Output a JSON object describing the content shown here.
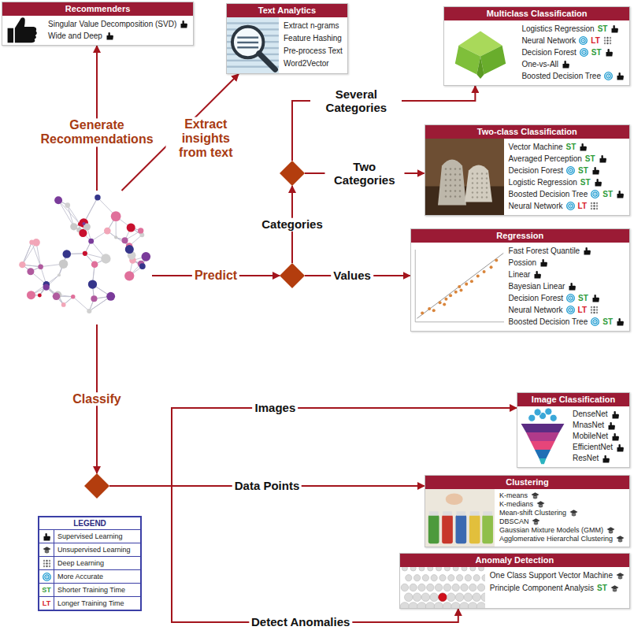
{
  "diagram": {
    "nodes": [
      {
        "text": [
          "Recommenders",
          "Singular Value Decomposition (SVD)",
          "Wide and Deep"
        ]
      },
      {
        "text": [
          "Text Analytics",
          "Extract n-grams",
          "Feature Hashing",
          "Pre-process Text",
          "Word2Vector"
        ]
      },
      {
        "text": [
          "Multiclass Classification",
          "Logistics Regression",
          "ST",
          "Neural Network",
          "LT",
          "Decision Forest",
          "ST",
          "One-vs-All",
          "Boosted Decision Tree"
        ]
      },
      {
        "text": [
          "Two-class Classification",
          "Vector Machine",
          "ST",
          "Averaged Perception",
          "ST",
          "Decision Forest",
          "ST",
          "Logistic Regression",
          "ST",
          "Boosted Decision Tree",
          "ST",
          "Neural Network",
          "LT"
        ]
      },
      {
        "text": []
      },
      {
        "text": []
      },
      {
        "text": [
          "Regression",
          "Fast Forest Quantile",
          "Possion",
          "Linear",
          "Bayesian Linear",
          "Decision Forest",
          "ST",
          "Neural Network",
          "LT",
          "Boosted Decision Tree",
          "ST"
        ]
      },
      {
        "text": []
      },
      {
        "text": [
          "Image Classification",
          "DenseNet",
          "MnasNet",
          "MobileNet",
          "EfficientNet",
          "ResNet"
        ]
      },
      {
        "text": []
      },
      {
        "text": [
          "Clustering",
          "K-means",
          "K-medians",
          "Mean-shift Clustering",
          "DBSCAN",
          "Gaussian Mixture Models (GMM)",
          "Agglomerative Hierarchal Clustering"
        ]
      },
      {
        "text": [
          "Anomaly Detection",
          "One Class Support Vector Machine",
          "Principle Component Analysis",
          "ST"
        ]
      }
    ],
    "edges": [
      {
        "from": 5,
        "to": 0,
        "arrow": "to",
        "label": "Generate Recommendations"
      },
      {
        "from": 5,
        "to": 1,
        "arrow": "to",
        "label": "Extract insights from text"
      },
      {
        "from": 5,
        "to": 7,
        "arrow": "to",
        "label": "Predict"
      },
      {
        "from": 7,
        "to": 6,
        "arrow": "to",
        "label": "Values"
      },
      {
        "from": 7,
        "to": 4,
        "arrow": "to",
        "label": "Categories"
      },
      {
        "from": 4,
        "to": 3,
        "arrow": "to",
        "label": "Two Categories"
      },
      {
        "from": 4,
        "to": 2,
        "arrow": "to",
        "label": "Several Categories"
      },
      {
        "from": 5,
        "to": 9,
        "arrow": "to",
        "label": "Classify"
      },
      {
        "from": 9,
        "to": 8,
        "arrow": "to",
        "label": "Images"
      },
      {
        "from": 9,
        "to": 10,
        "arrow": "to",
        "label": "Data Points"
      },
      {
        "from": 9,
        "to": 11,
        "arrow": "to",
        "label": "Detect Anomalies"
      }
    ],
    "labels": [
      "LEGEND",
      "ST",
      "LT"
    ],
    "legend": [
      {
        "text": "Supervised Learning"
      },
      {
        "text": "Unsupervised Learning"
      },
      {
        "text": "Deep Learning"
      },
      {
        "text": "More Accurate"
      },
      {
        "text": "Shorter Training Time"
      },
      {
        "text": "Longer Training Time"
      }
    ]
  }
}
